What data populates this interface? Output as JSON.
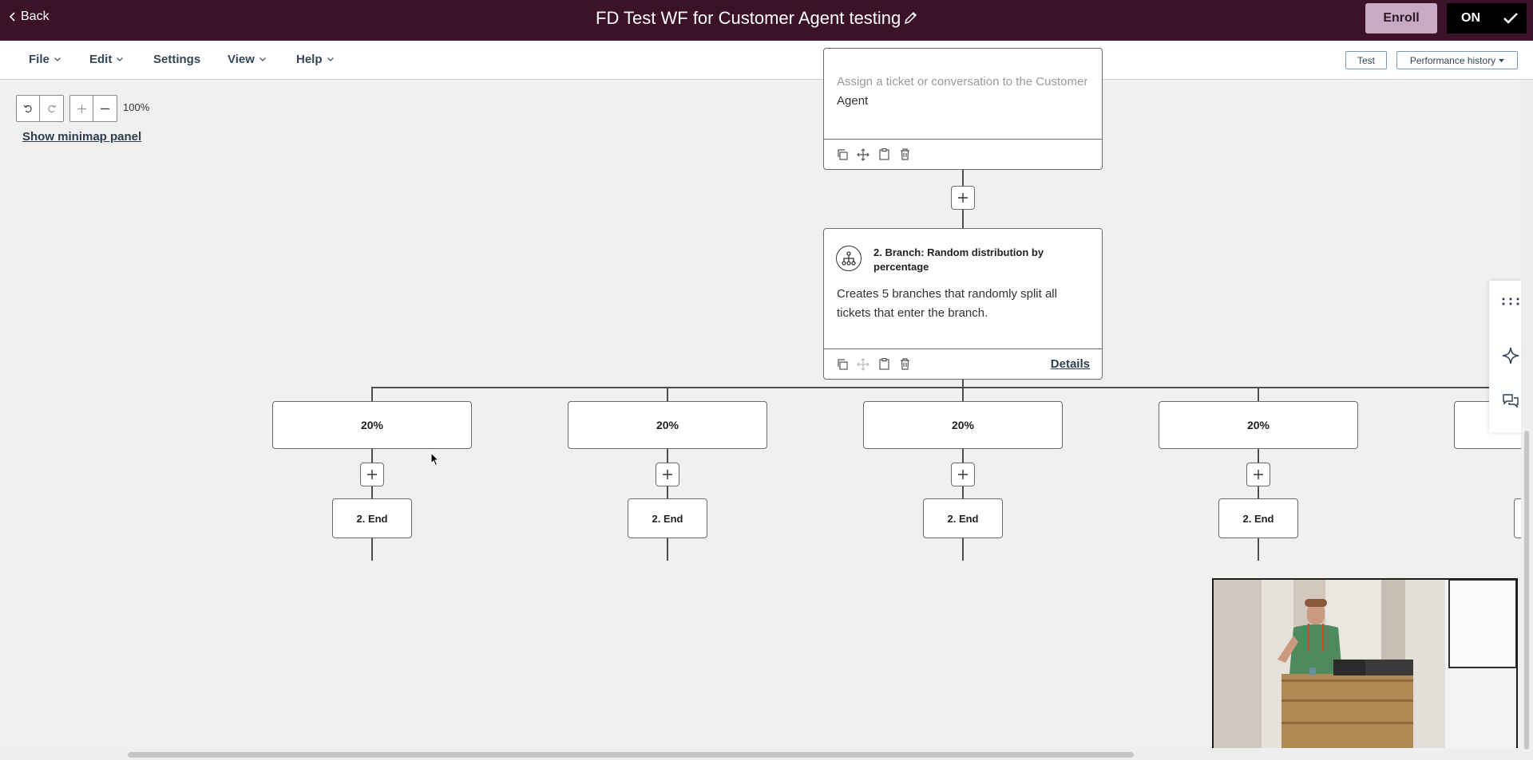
{
  "topbar": {
    "back_label": "Back",
    "title": "FD Test WF for Customer Agent testing",
    "enroll_label": "Enroll",
    "on_label": "ON"
  },
  "menubar": {
    "items": [
      {
        "label": "File",
        "dropdown": true
      },
      {
        "label": "Edit",
        "dropdown": true
      },
      {
        "label": "Settings",
        "dropdown": false
      },
      {
        "label": "View",
        "dropdown": true
      },
      {
        "label": "Help",
        "dropdown": true
      }
    ],
    "test_label": "Test",
    "performance_label": "Performance history"
  },
  "canvas": {
    "zoom_label": "100%",
    "minimap_label": "Show minimap panel",
    "action1": {
      "description_line1": "Assign a ticket or conversation to the Customer",
      "description_line2": "Agent"
    },
    "action2": {
      "title_line1": "2. Branch: Random distribution by",
      "title_line2": "percentage",
      "description_line1": "Creates 5 branches that randomly split all",
      "description_line2": "tickets that enter the branch.",
      "details_label": "Details"
    },
    "branches": [
      {
        "percent": "20%",
        "end_label": "2. End"
      },
      {
        "percent": "20%",
        "end_label": "2. End"
      },
      {
        "percent": "20%",
        "end_label": "2. End"
      },
      {
        "percent": "20%",
        "end_label": "2. End"
      }
    ]
  },
  "colors": {
    "topbar_bg": "#3b1227",
    "enroll_bg": "#c9a9c4",
    "canvas_bg": "#f0f0ef"
  },
  "icons": [
    "chevron-left-icon",
    "pencil-icon",
    "check-icon",
    "undo-icon",
    "redo-icon",
    "plus-icon",
    "minus-icon",
    "copy-icon",
    "move-icon",
    "clipboard-icon",
    "trash-icon",
    "branch-icon",
    "grid-icon",
    "sparkle-icon",
    "chat-icon"
  ]
}
